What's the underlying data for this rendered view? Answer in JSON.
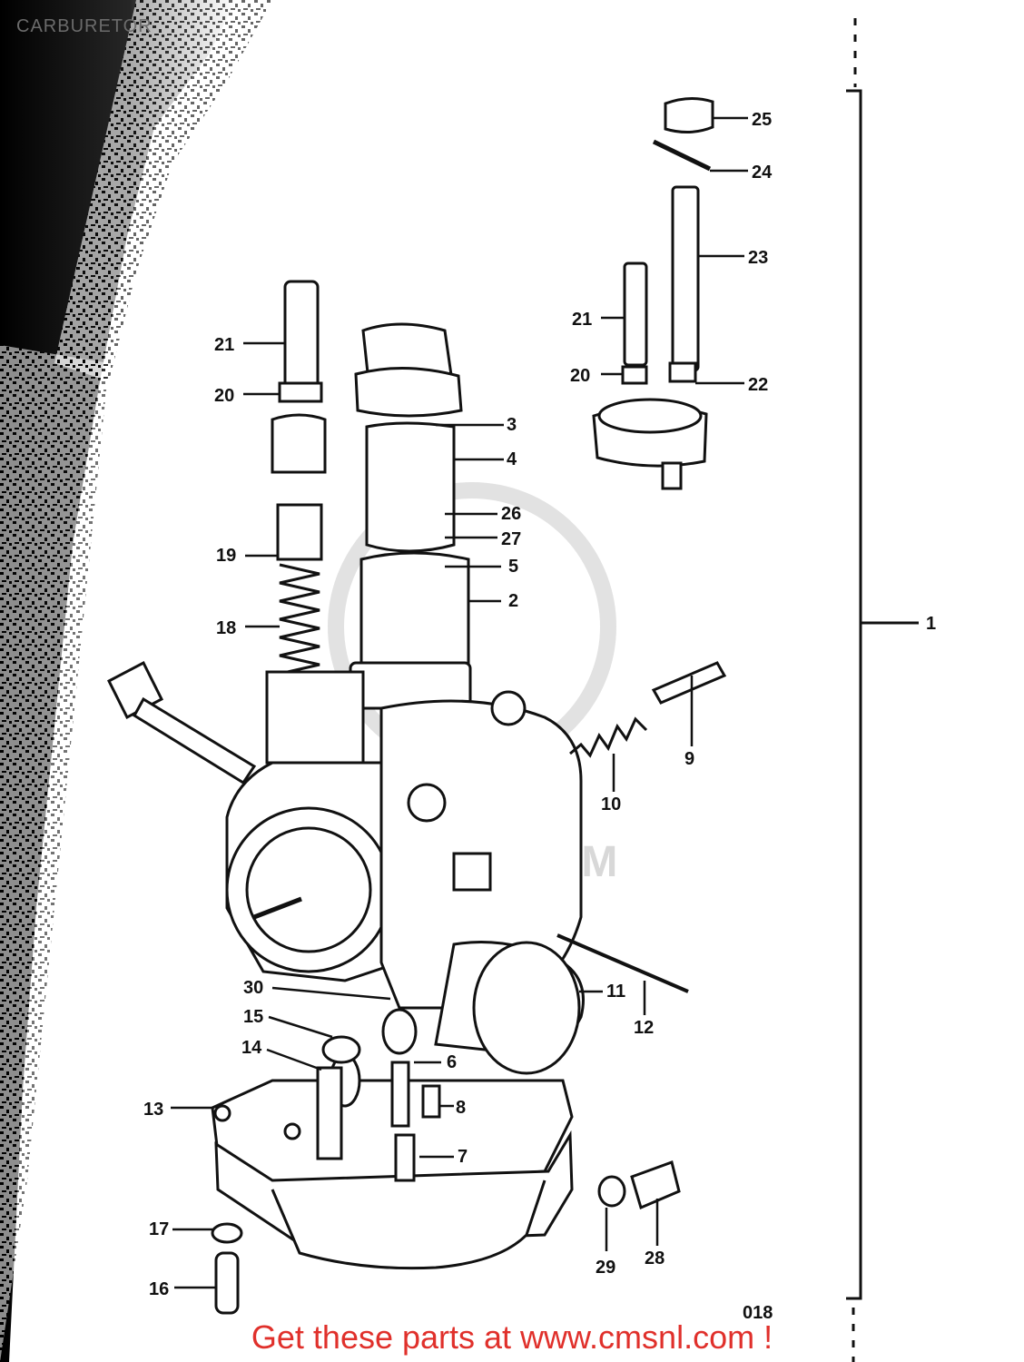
{
  "header": {
    "title": "CARBURETOR"
  },
  "footer": {
    "text": "Get these parts at www.cmsnl.com !"
  },
  "diagram": {
    "code": "018",
    "watermark": ".COM",
    "callouts": [
      "1",
      "2",
      "3",
      "4",
      "5",
      "6",
      "7",
      "8",
      "9",
      "10",
      "11",
      "12",
      "13",
      "14",
      "15",
      "16",
      "17",
      "18",
      "19",
      "20",
      "20",
      "21",
      "21",
      "22",
      "23",
      "24",
      "25",
      "26",
      "27",
      "28",
      "29",
      "30"
    ]
  }
}
